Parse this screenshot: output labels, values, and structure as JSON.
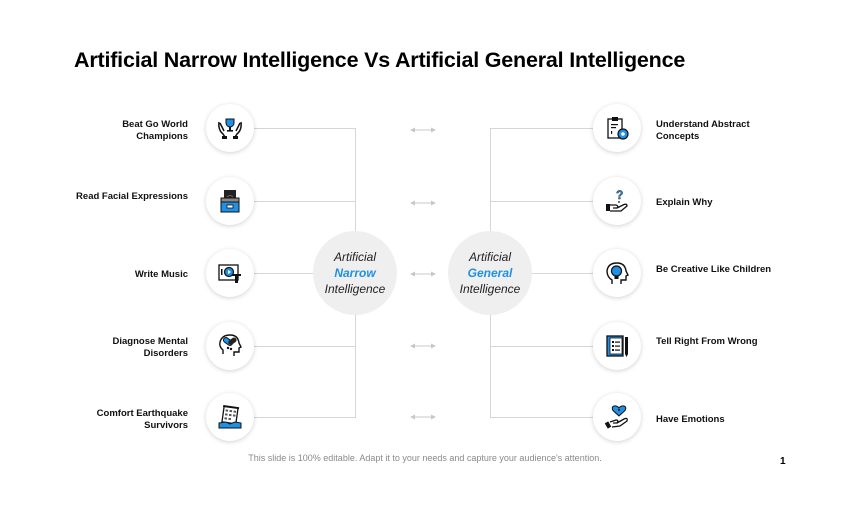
{
  "slide": {
    "title": "Artificial Narrow Intelligence Vs Artificial General Intelligence",
    "footer_note": "This slide is 100% editable. Adapt it to your needs and capture your audience's attention.",
    "page_number": "1",
    "accent_color": "#1e90e6"
  },
  "narrow": {
    "hub": {
      "line1": "Artificial",
      "line2": "Narrow",
      "line3": "Intelligence"
    },
    "items": [
      {
        "label": "Beat Go World Champions",
        "icon": "trophy-hands-icon"
      },
      {
        "label": "Read Facial Expressions",
        "icon": "sad-face-box-icon"
      },
      {
        "label": "Write Music",
        "icon": "music-player-icon"
      },
      {
        "label": "Diagnose Mental Disorders",
        "icon": "head-pills-icon"
      },
      {
        "label": "Comfort Earthquake Survivors",
        "icon": "collapsed-building-icon"
      }
    ]
  },
  "general": {
    "hub": {
      "line1": "Artificial",
      "line2": "General",
      "line3": "Intelligence"
    },
    "items": [
      {
        "label": "Understand Abstract Concepts",
        "icon": "clipboard-gear-icon"
      },
      {
        "label": "Explain Why",
        "icon": "hand-question-icon"
      },
      {
        "label": "Be Creative Like Children",
        "icon": "head-lightbulb-icon"
      },
      {
        "label": "Tell Right From Wrong",
        "icon": "notebook-pen-icon"
      },
      {
        "label": "Have Emotions",
        "icon": "hand-heart-icon"
      }
    ]
  }
}
